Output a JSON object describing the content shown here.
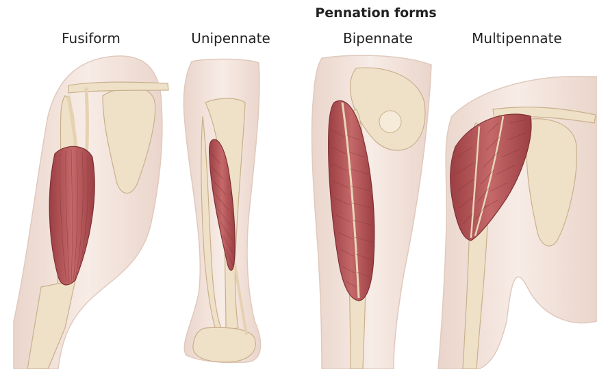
{
  "title": "Pennation forms",
  "panels": [
    {
      "label": "Fusiform"
    },
    {
      "label": "Unipennate"
    },
    {
      "label": "Bipennate"
    },
    {
      "label": "Multipennate"
    }
  ],
  "colors": {
    "skin": "#f3e4dc",
    "bone": "#f0e3c6",
    "bone_edge": "#c9b08c",
    "muscle": "#b5565a",
    "muscle_dark": "#8e3a3e",
    "outline": "#d9c3b6"
  }
}
